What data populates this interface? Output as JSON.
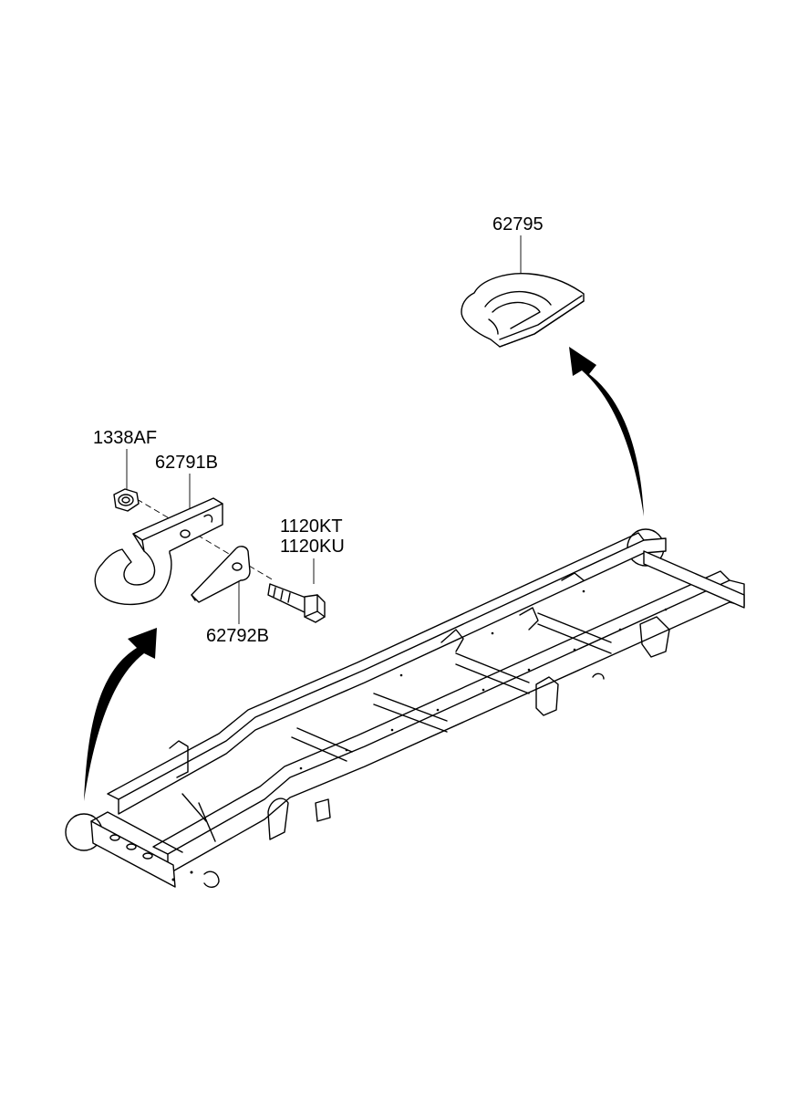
{
  "diagram": {
    "parts": [
      {
        "id": "part-62795",
        "label": "62795"
      },
      {
        "id": "part-1338AF",
        "label": "1338AF"
      },
      {
        "id": "part-62791B",
        "label": "62791B"
      },
      {
        "id": "part-1120KT",
        "label": "1120KT"
      },
      {
        "id": "part-1120KU",
        "label": "1120KU"
      },
      {
        "id": "part-62792B",
        "label": "62792B"
      }
    ],
    "colors": {
      "line": "#000000",
      "background": "#ffffff"
    }
  }
}
